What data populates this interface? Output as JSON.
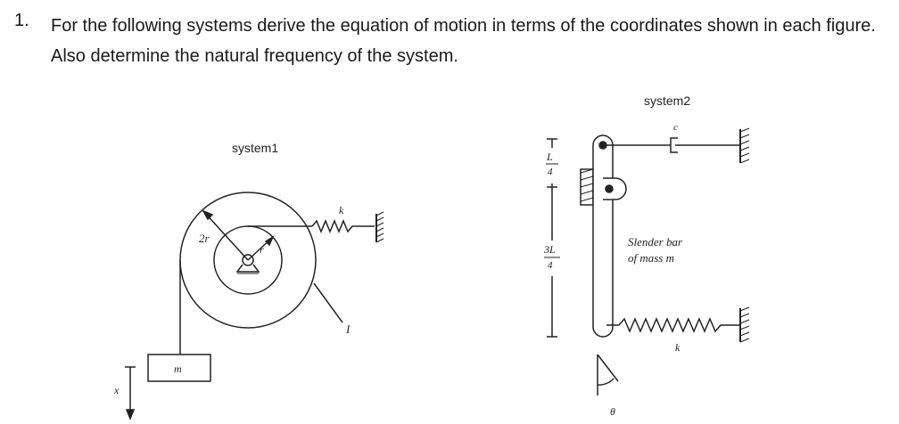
{
  "problem": {
    "number": "1.",
    "text": "For the following systems derive the  equation of motion in terms of the coordinates shown in each figure. Also determine the natural frequency of the system."
  },
  "system1": {
    "title": "system1",
    "label_outer_radius": "2r",
    "label_inner_radius": "r",
    "label_spring": "k",
    "label_inertia": "I",
    "label_mass": "m",
    "label_coordinate": "x"
  },
  "system2": {
    "title": "system2",
    "label_damper": "c",
    "label_top_length_num": "L",
    "label_top_length_den": "4",
    "label_bottom_length_num": "3L",
    "label_bottom_length_den": "4",
    "label_bar_line1": "Slender bar",
    "label_bar_line2": "of mass m",
    "label_spring": "k",
    "label_angle": "θ"
  }
}
